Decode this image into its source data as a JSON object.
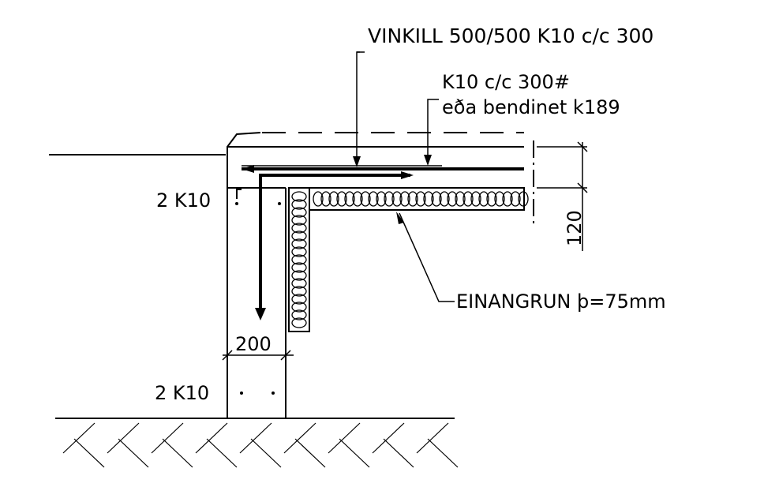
{
  "labels": {
    "angle_bar": "VINKILL 500/500 K10 c/c 300",
    "mesh_line1": "K10 c/c 300#",
    "mesh_line2": "eða bendinet k189",
    "top_bars": "2 K10",
    "bottom_bars": "2 K10",
    "insulation": "EINANGRUN þ=75mm",
    "wall_width": "200",
    "slab_thickness": "120"
  },
  "colors": {
    "line": "#000000",
    "background": "#ffffff"
  }
}
